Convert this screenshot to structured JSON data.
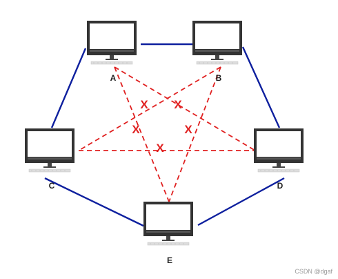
{
  "diagram": {
    "nodes": [
      {
        "id": "A",
        "label": "A",
        "kind": "computer-icon"
      },
      {
        "id": "B",
        "label": "B",
        "kind": "computer-icon"
      },
      {
        "id": "C",
        "label": "C",
        "kind": "computer-icon"
      },
      {
        "id": "D",
        "label": "D",
        "kind": "computer-icon"
      },
      {
        "id": "E",
        "label": "E",
        "kind": "computer-icon"
      }
    ],
    "ring_links": [
      [
        "A",
        "B"
      ],
      [
        "B",
        "D"
      ],
      [
        "D",
        "E"
      ],
      [
        "E",
        "C"
      ],
      [
        "C",
        "A"
      ]
    ],
    "blocked_links": [
      [
        "A",
        "E"
      ],
      [
        "A",
        "D"
      ],
      [
        "B",
        "C"
      ],
      [
        "B",
        "E"
      ],
      [
        "C",
        "D"
      ]
    ],
    "blocked_mark": "X",
    "colors": {
      "ring": "#0d1f9e",
      "blocked": "#e02020",
      "monitor_frame": "#333333",
      "keyboard": "#dddddd"
    }
  },
  "watermark": "CSDN @dgaf"
}
